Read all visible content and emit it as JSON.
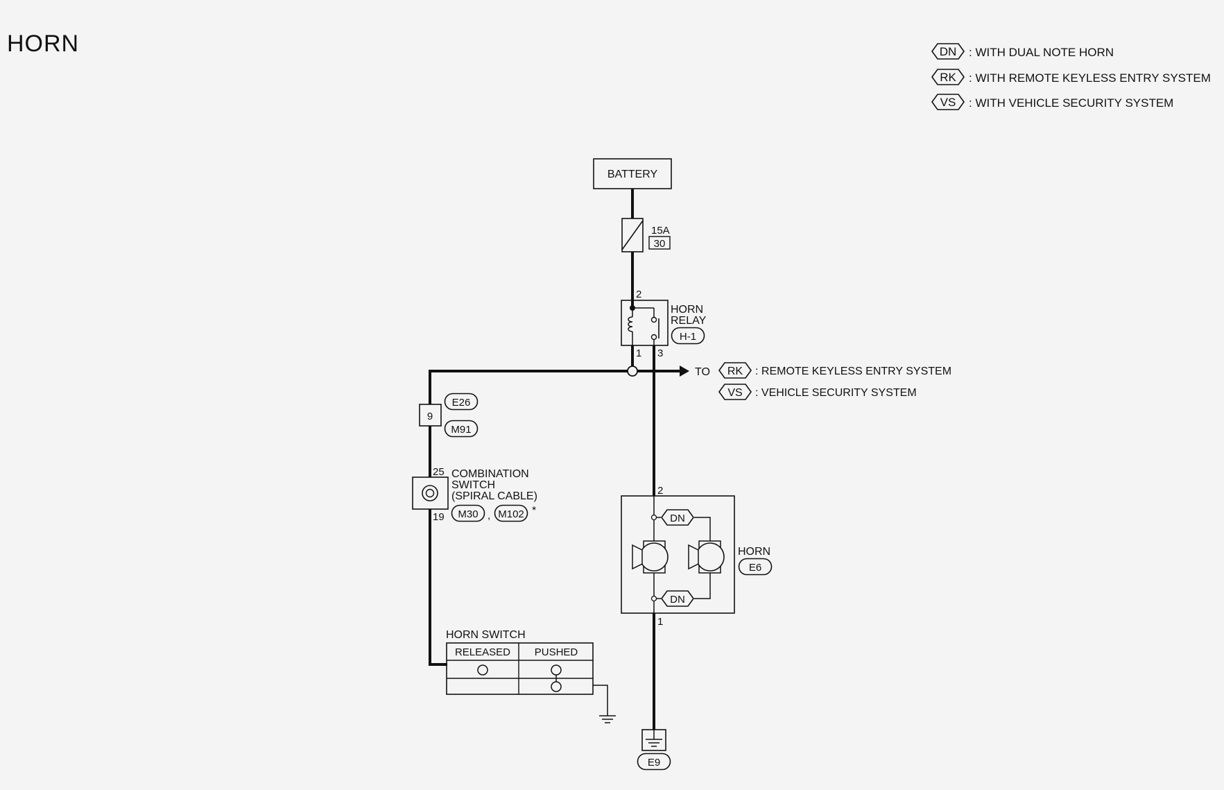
{
  "title": "HORN",
  "legend": [
    {
      "code": "DN",
      "text": ": WITH DUAL NOTE HORN"
    },
    {
      "code": "RK",
      "text": ": WITH REMOTE KEYLESS ENTRY SYSTEM"
    },
    {
      "code": "VS",
      "text": ": WITH VEHICLE SECURITY SYSTEM"
    }
  ],
  "battery": {
    "label": "BATTERY"
  },
  "fuse": {
    "rating": "15A",
    "number": "30"
  },
  "relay": {
    "label_line1": "HORN",
    "label_line2": "RELAY",
    "connector": "H-1",
    "pin_top": "2",
    "pin_left": "1",
    "pin_right": "3"
  },
  "to": {
    "label": "TO",
    "items": [
      {
        "code": "RK",
        "text": ": REMOTE KEYLESS ENTRY SYSTEM"
      },
      {
        "code": "VS",
        "text": ": VEHICLE SECURITY SYSTEM"
      }
    ]
  },
  "joint": {
    "pin": "9",
    "connector_top": "E26",
    "connector_bottom": "M91"
  },
  "combination_switch": {
    "line1": "COMBINATION",
    "line2": "SWITCH",
    "line3": "(SPIRAL CABLE)",
    "pin_top": "25",
    "pin_bottom": "19",
    "connector_a": "M30",
    "separator": ",",
    "connector_b": "M102",
    "note": "*"
  },
  "horn": {
    "label": "HORN",
    "connector": "E6",
    "pin_top": "2",
    "pin_bottom": "1",
    "dn_tag": "DN"
  },
  "horn_switch": {
    "label": "HORN SWITCH",
    "col_released": "RELEASED",
    "col_pushed": "PUSHED"
  },
  "ground": {
    "connector": "E9"
  }
}
